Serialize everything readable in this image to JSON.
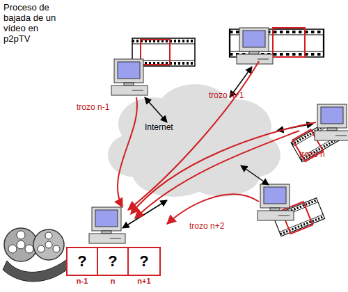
{
  "diagram": {
    "title": "Proceso de bajada de un vídeo en p2pTV",
    "nodes": [
      {
        "text": [
          "Internet"
        ]
      },
      {
        "text": [
          "?",
          "n-1"
        ]
      },
      {
        "text": [
          "?",
          "n"
        ]
      },
      {
        "text": [
          "?",
          "n+1"
        ]
      }
    ],
    "labels": [
      "trozo n+1",
      "trozo n-1",
      "trozo n",
      "trozo n+2"
    ]
  }
}
